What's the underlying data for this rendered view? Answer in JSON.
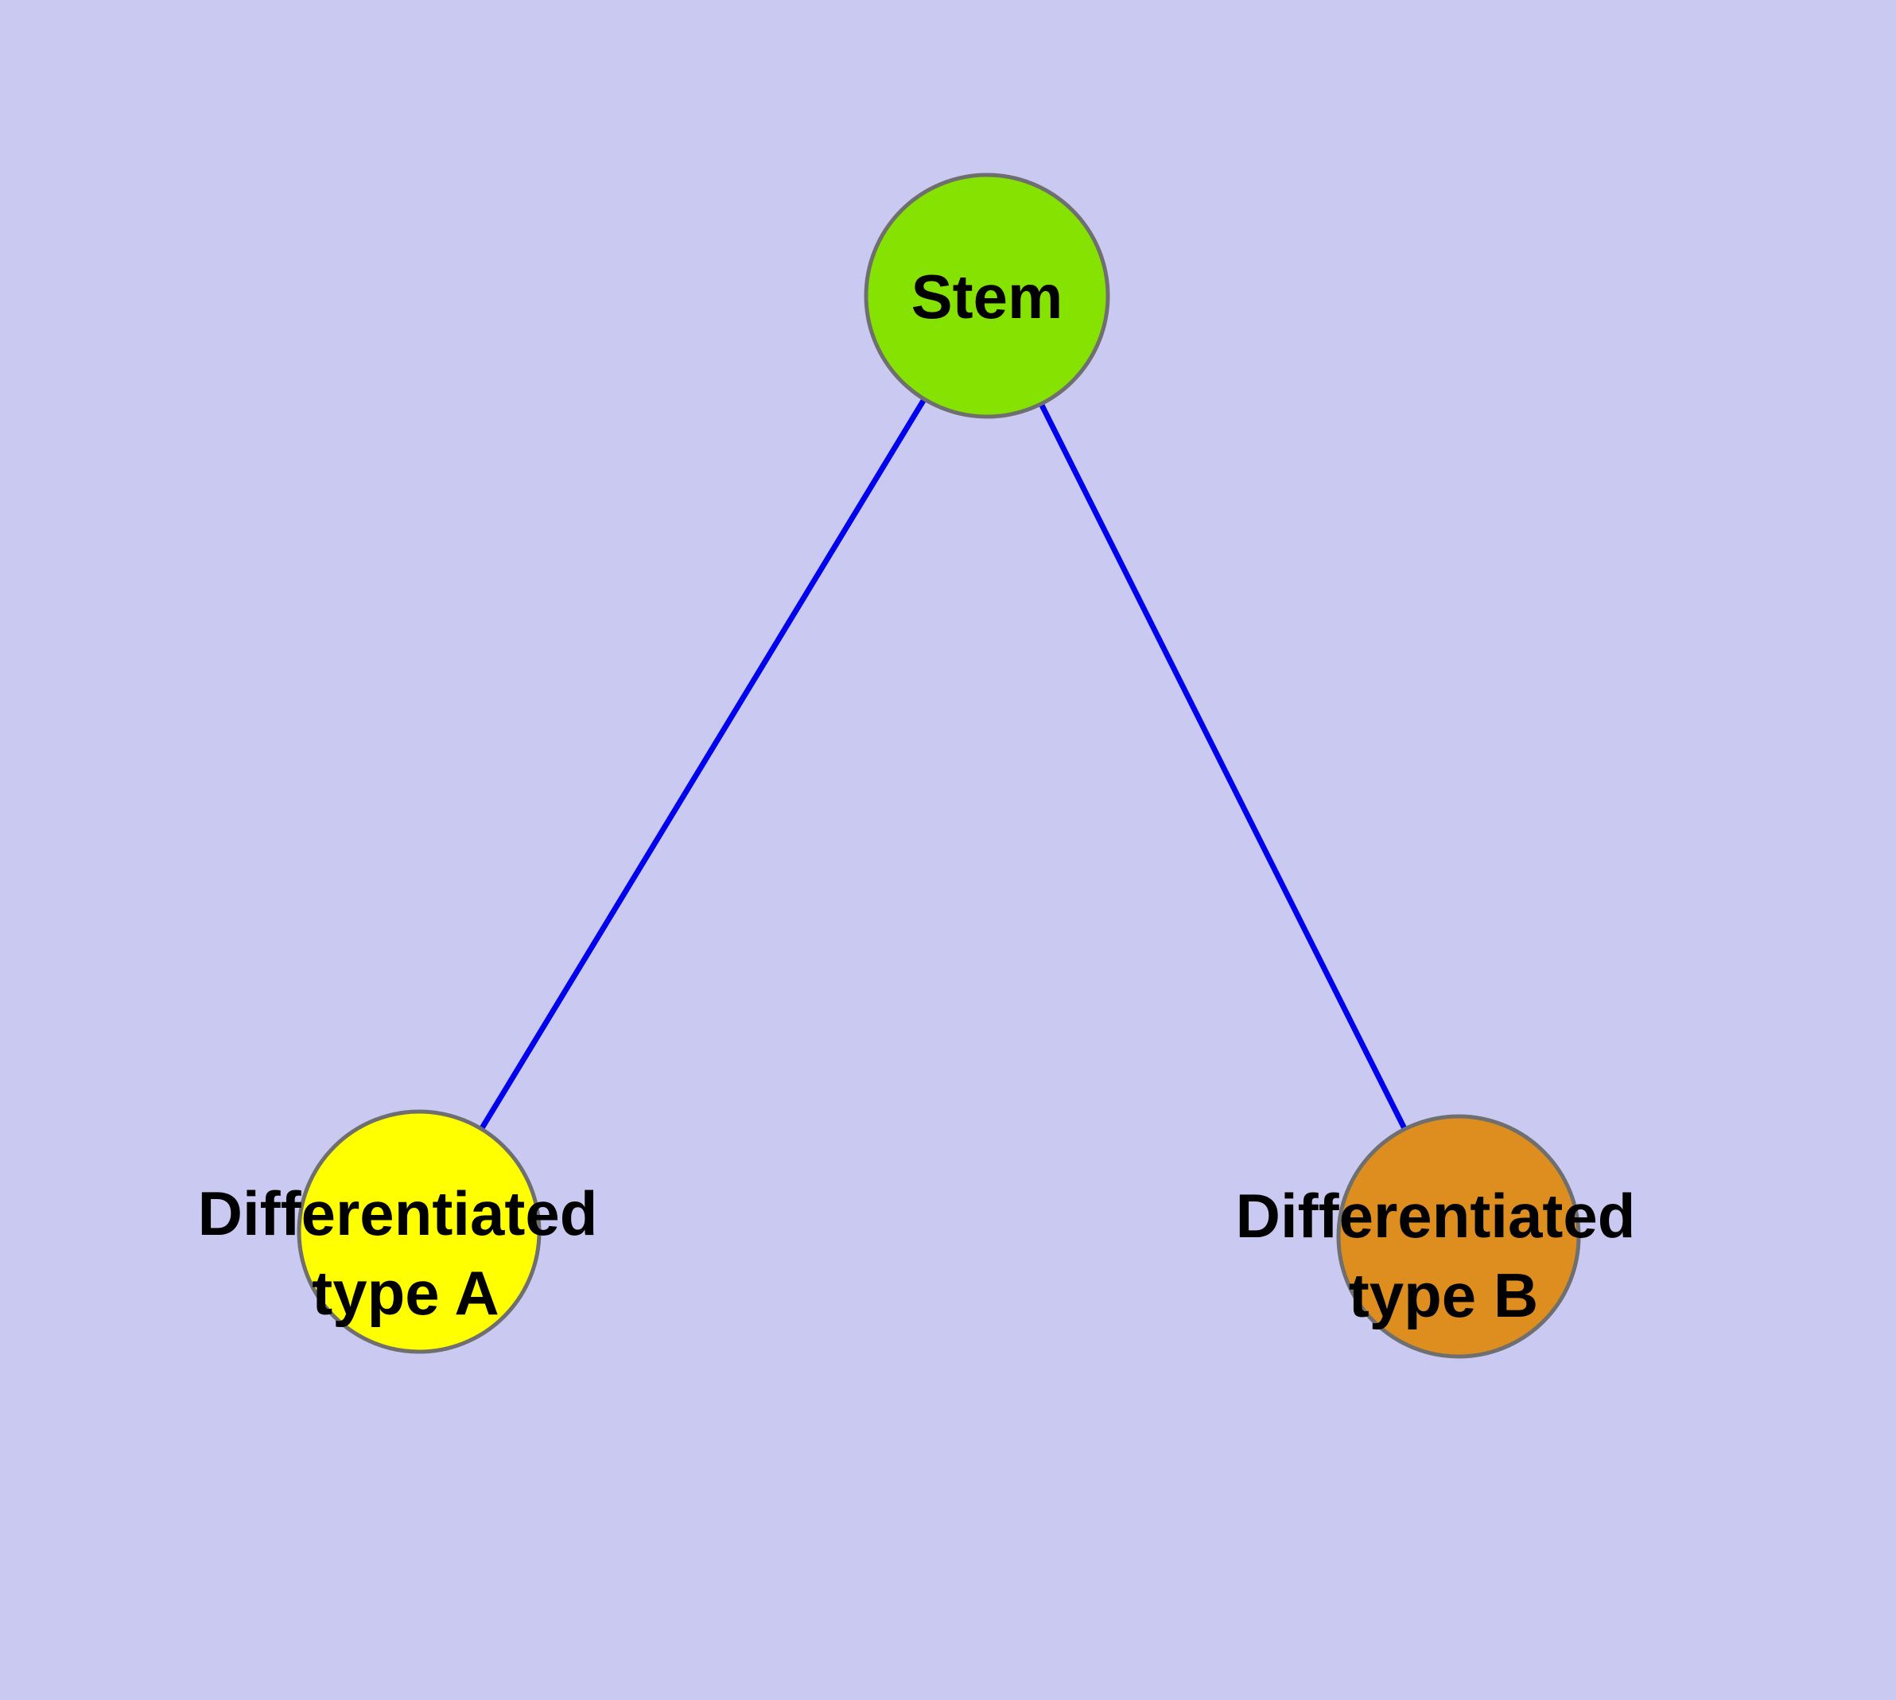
{
  "colors": {
    "background": "#c9c9f2",
    "edge": "#0000ee",
    "node_border": "#6f6f6f"
  },
  "nodes": [
    {
      "id": "stem",
      "label": "Stem",
      "color": "#86e301"
    },
    {
      "id": "differentiated-type-a",
      "label_line1": "Differentiated",
      "label_line2": "type A",
      "color": "#ffff00"
    },
    {
      "id": "differentiated-type-b",
      "label_line1": "Differentiated",
      "label_line2": "type B",
      "color": "#dd8e1f"
    }
  ],
  "edges": [
    {
      "from": "Stem",
      "to": "Differentiated type A"
    },
    {
      "from": "Stem",
      "to": "Differentiated type B"
    }
  ]
}
